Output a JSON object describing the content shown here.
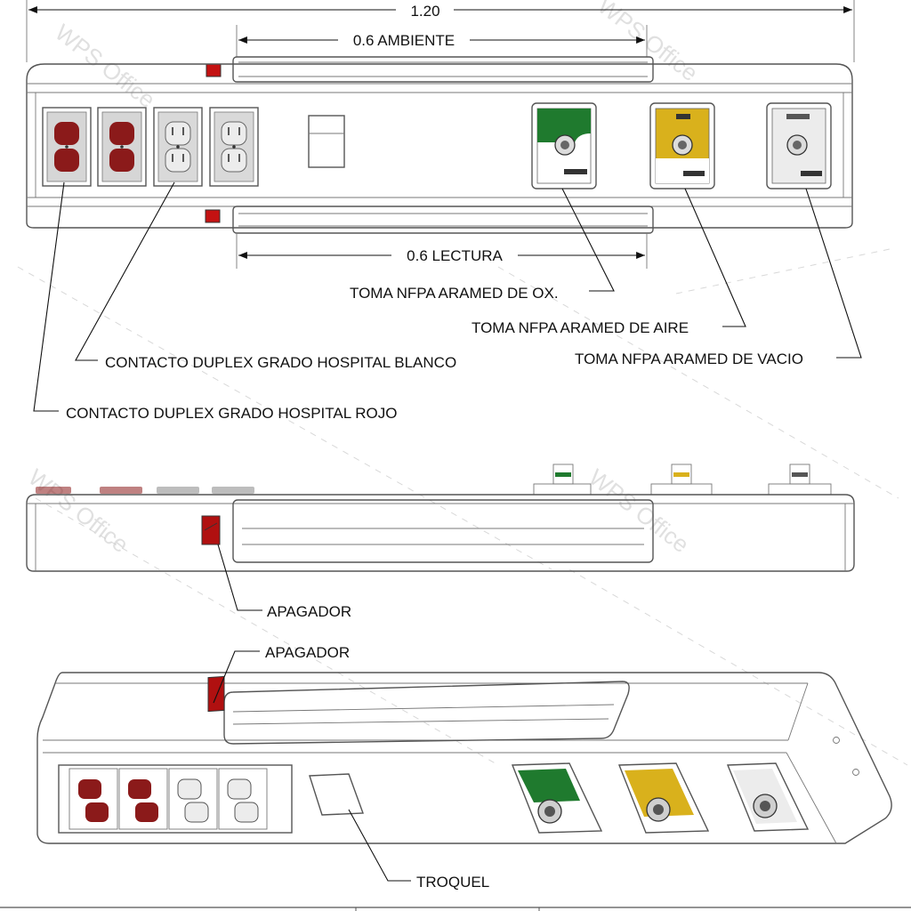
{
  "dimensions": {
    "total": "1.20",
    "ambiente": "0.6 AMBIENTE",
    "lectura": "0.6  LECTURA"
  },
  "callouts": {
    "oxigeno": "TOMA NFPA ARAMED DE OX.",
    "aire": "TOMA NFPA ARAMED DE AIRE",
    "vacio": "TOMA NFPA ARAMED DE VACIO",
    "contacto_blanco": "CONTACTO DUPLEX GRADO HOSPITAL BLANCO",
    "contacto_rojo": "CONTACTO DUPLEX GRADO HOSPITAL ROJO",
    "apagador_side": "APAGADOR",
    "apagador_iso": "APAGADOR",
    "troquel": "TROQUEL"
  },
  "watermark": "WPS Office",
  "colors": {
    "outlet_red": "#8b1a1a",
    "outlet_gray": "#d9d9d9",
    "oxygen_green": "#1f7a2e",
    "air_yellow": "#d9b11c",
    "switch_red": "#c41212",
    "line": "#555555"
  },
  "icons": {
    "duplex": "duplex-outlet-icon",
    "gas": "gas-outlet-icon",
    "switch": "rocker-switch-icon"
  }
}
